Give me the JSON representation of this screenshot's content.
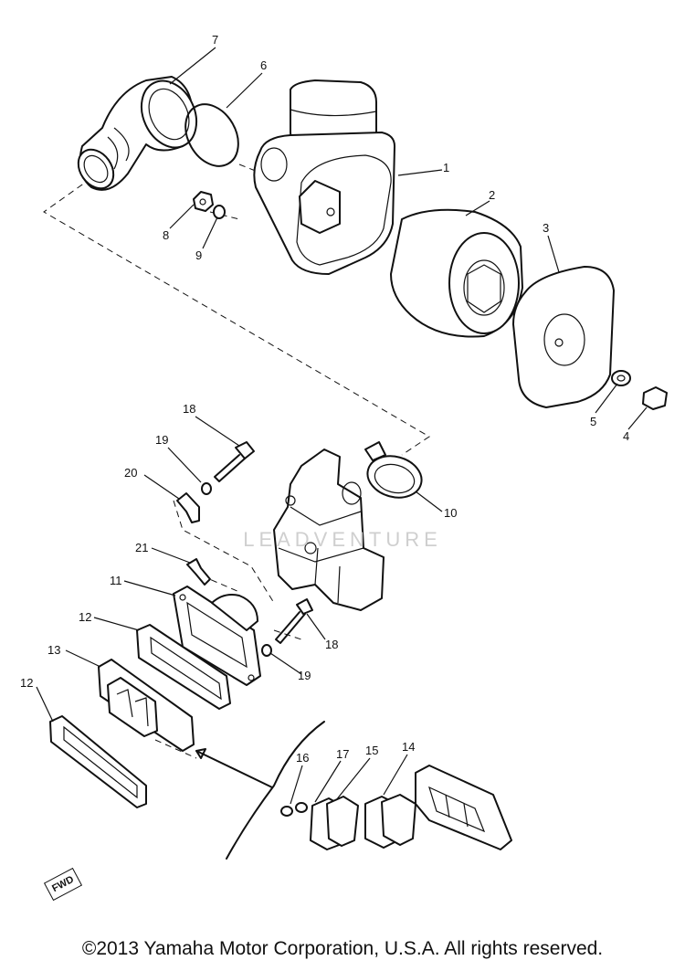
{
  "diagram": {
    "watermark": "LEADVENTURE",
    "copyright": "©2013 Yamaha Motor Corporation, U.S.A. All rights reserved.",
    "fwd_label": "FWD",
    "callouts": [
      {
        "id": "c7",
        "label": "7"
      },
      {
        "id": "c6",
        "label": "6"
      },
      {
        "id": "c1",
        "label": "1"
      },
      {
        "id": "c2",
        "label": "2"
      },
      {
        "id": "c3",
        "label": "3"
      },
      {
        "id": "c8",
        "label": "8"
      },
      {
        "id": "c9",
        "label": "9"
      },
      {
        "id": "c5",
        "label": "5"
      },
      {
        "id": "c4",
        "label": "4"
      },
      {
        "id": "c18a",
        "label": "18"
      },
      {
        "id": "c19a",
        "label": "19"
      },
      {
        "id": "c20",
        "label": "20"
      },
      {
        "id": "c10",
        "label": "10"
      },
      {
        "id": "c21",
        "label": "21"
      },
      {
        "id": "c11",
        "label": "11"
      },
      {
        "id": "c12a",
        "label": "12"
      },
      {
        "id": "c18b",
        "label": "18"
      },
      {
        "id": "c13",
        "label": "13"
      },
      {
        "id": "c19b",
        "label": "19"
      },
      {
        "id": "c12b",
        "label": "12"
      },
      {
        "id": "c16",
        "label": "16"
      },
      {
        "id": "c17",
        "label": "17"
      },
      {
        "id": "c15",
        "label": "15"
      },
      {
        "id": "c14",
        "label": "14"
      }
    ]
  }
}
